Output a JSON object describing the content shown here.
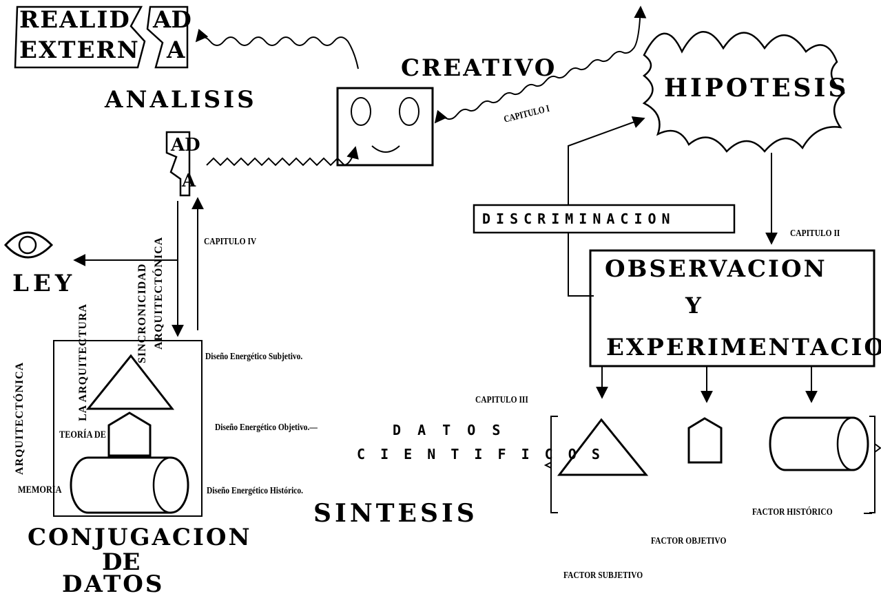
{
  "realidad": {
    "line1": "REALID",
    "line2": "EXTERN",
    "suffix1": "AD",
    "suffix2": "A"
  },
  "ada_fragment": {
    "line1": "AD",
    "line2": "A"
  },
  "creativo": "CREATIVO",
  "analisis": "ANALISIS",
  "hipotesis": "HIPOTESIS",
  "capitulo_i": "CAPITULO I",
  "capitulo_ii": "CAPITULO II",
  "capitulo_iii": "CAPITULO III",
  "capitulo_iv": "CAPITULO IV",
  "discriminacion": "DISCRIMINACION",
  "observacion": {
    "line1": "OBSERVACION",
    "line2": "Y",
    "line3": "EXPERIMENTACION"
  },
  "ley": "LEY",
  "vertical_labels": {
    "sincronicidad": "SINCRONICIDAD",
    "arquitectonica_1": "ARQUITECTÓNICA",
    "la_arquitectura": "LA ARQUITECTURA",
    "arquitectonica_2": "ARQUITECTÓNICA"
  },
  "teoria_de": "TEORÍA DE",
  "memoria": "MEMORIA",
  "diseno": {
    "subjetivo": "Diseño Energético Subjetivo.",
    "objetivo": "Diseño Energético Objetivo.—",
    "historico": "Diseño Energético Histórico."
  },
  "datos_cientificos": {
    "line1": "D A T O S",
    "line2": "C I E N T I F I C O S"
  },
  "sintesis": "SINTESIS",
  "conjugacion": {
    "line1": "CONJUGACION",
    "line2": "DE",
    "line3": "DATOS"
  },
  "factors": {
    "historico": "FACTOR HISTÓRICO",
    "objetivo": "FACTOR OBJETIVO",
    "subjetivo": "FACTOR SUBJETIVO"
  }
}
